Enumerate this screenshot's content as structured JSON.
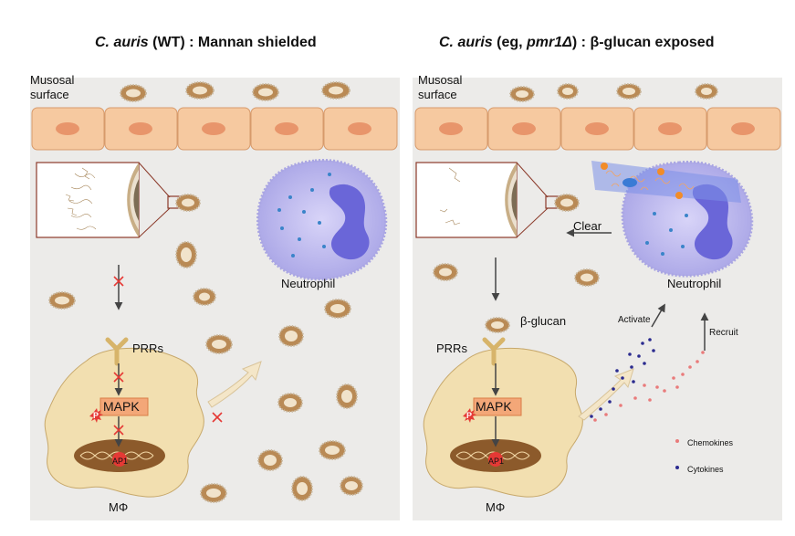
{
  "colors": {
    "panel_bg": "#ecebe9",
    "epithelium": "#f6c9a0",
    "epithelium_nucleus": "#e8956b",
    "yeast": "#b98a55",
    "yeast_inner": "#f1e3cb",
    "macrophage": "#f2dfb0",
    "neutrophil": "#c4c0f0",
    "neutrophil_nucleus": "#6a66d8",
    "mapk_box": "#f3a778",
    "phospho": "#e53935",
    "chemokine_dot": "#e97b7b",
    "cytokine_dot": "#2b2b8f",
    "block_x": "#e53935"
  },
  "left_panel": {
    "title_italic": "C. auris",
    "title_rest": " (WT) : Mannan shielded",
    "mucosal_label_line1": "Musosal",
    "mucosal_label_line2": "surface",
    "neutrophil_label": "Neutrophil",
    "prrs_label": "PRRs",
    "mapk_label": "MAPK",
    "p_label": "P",
    "ap1_label": "AP1",
    "macrophage_label": "MΦ"
  },
  "right_panel": {
    "title_italic_1": "C. auris",
    "title_mid": " (eg, ",
    "title_italic_2": "pmr1Δ",
    "title_rest": ") : β-glucan exposed",
    "mucosal_label_line1": "Musosal",
    "mucosal_label_line2": "surface",
    "clear_label": "Clear",
    "neutrophil_label": "Neutrophil",
    "beta_glucan_label": "β-glucan",
    "prrs_label": "PRRs",
    "mapk_label": "MAPK",
    "p_label": "P",
    "ap1_label": "AP1",
    "macrophage_label": "MΦ",
    "activate_label": "Activate",
    "recruit_label": "Recruit",
    "legend_chemokines": "Chemokines",
    "legend_cytokines": "Cytokines"
  }
}
